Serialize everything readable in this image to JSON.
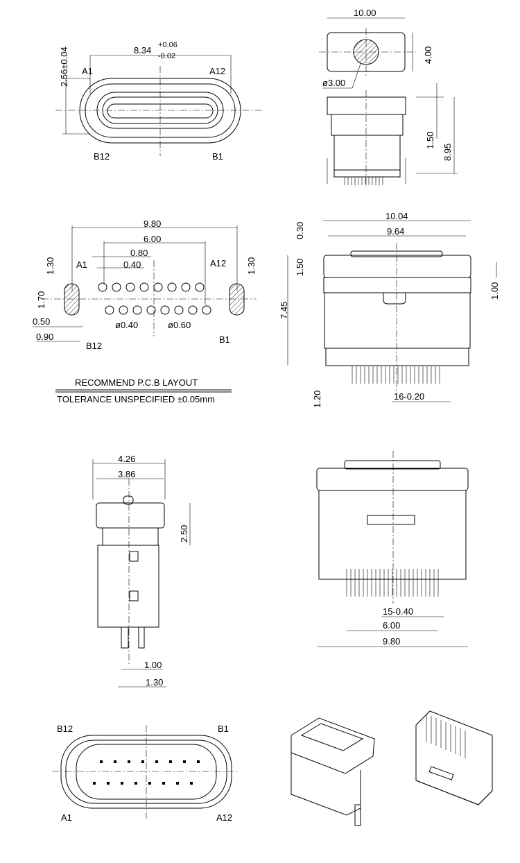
{
  "view_top": {
    "height": "2.56±0.04",
    "width": "8.34",
    "tol_plus": "+0.06",
    "tol_minus": "-0.02",
    "a1": "A1",
    "a12": "A12",
    "b12": "B12",
    "b1": "B1"
  },
  "view_top_right": {
    "width": "10.00",
    "height": "4.00",
    "dia": "ø3.00"
  },
  "view_side_right": {
    "h1": "1.50",
    "h2": "8.95"
  },
  "pcb": {
    "w1": "9.80",
    "w2": "6.00",
    "p1": "0.80",
    "p2": "0.40",
    "a1": "A1",
    "a12": "A12",
    "h_left": "1.30",
    "h_right": "1.30",
    "slot_h": "1.70",
    "slot_w": "0.50",
    "slot_w2": "0.90",
    "b12": "B12",
    "d1": "ø0.40",
    "d2": "ø0.60",
    "b1": "B1",
    "title": "RECOMMEND P.C.B LAYOUT",
    "tolerance": "TOLERANCE UNSPECIFIED ±0.05mm"
  },
  "front": {
    "w1": "10.04",
    "w2": "9.64",
    "t1": "0.30",
    "t2": "1.50",
    "t3": "1.00",
    "h": "7.45",
    "pin": "1.20",
    "pins": "16-0.20"
  },
  "side": {
    "w1": "4.26",
    "w2": "3.86",
    "h": "2.50",
    "p1": "1.00",
    "p2": "1.30"
  },
  "bottom": {
    "pins": "15-0.40",
    "w1": "6.00",
    "w2": "9.80"
  },
  "face": {
    "b12": "B12",
    "b1": "B1",
    "a1": "A1",
    "a12": "A12"
  }
}
